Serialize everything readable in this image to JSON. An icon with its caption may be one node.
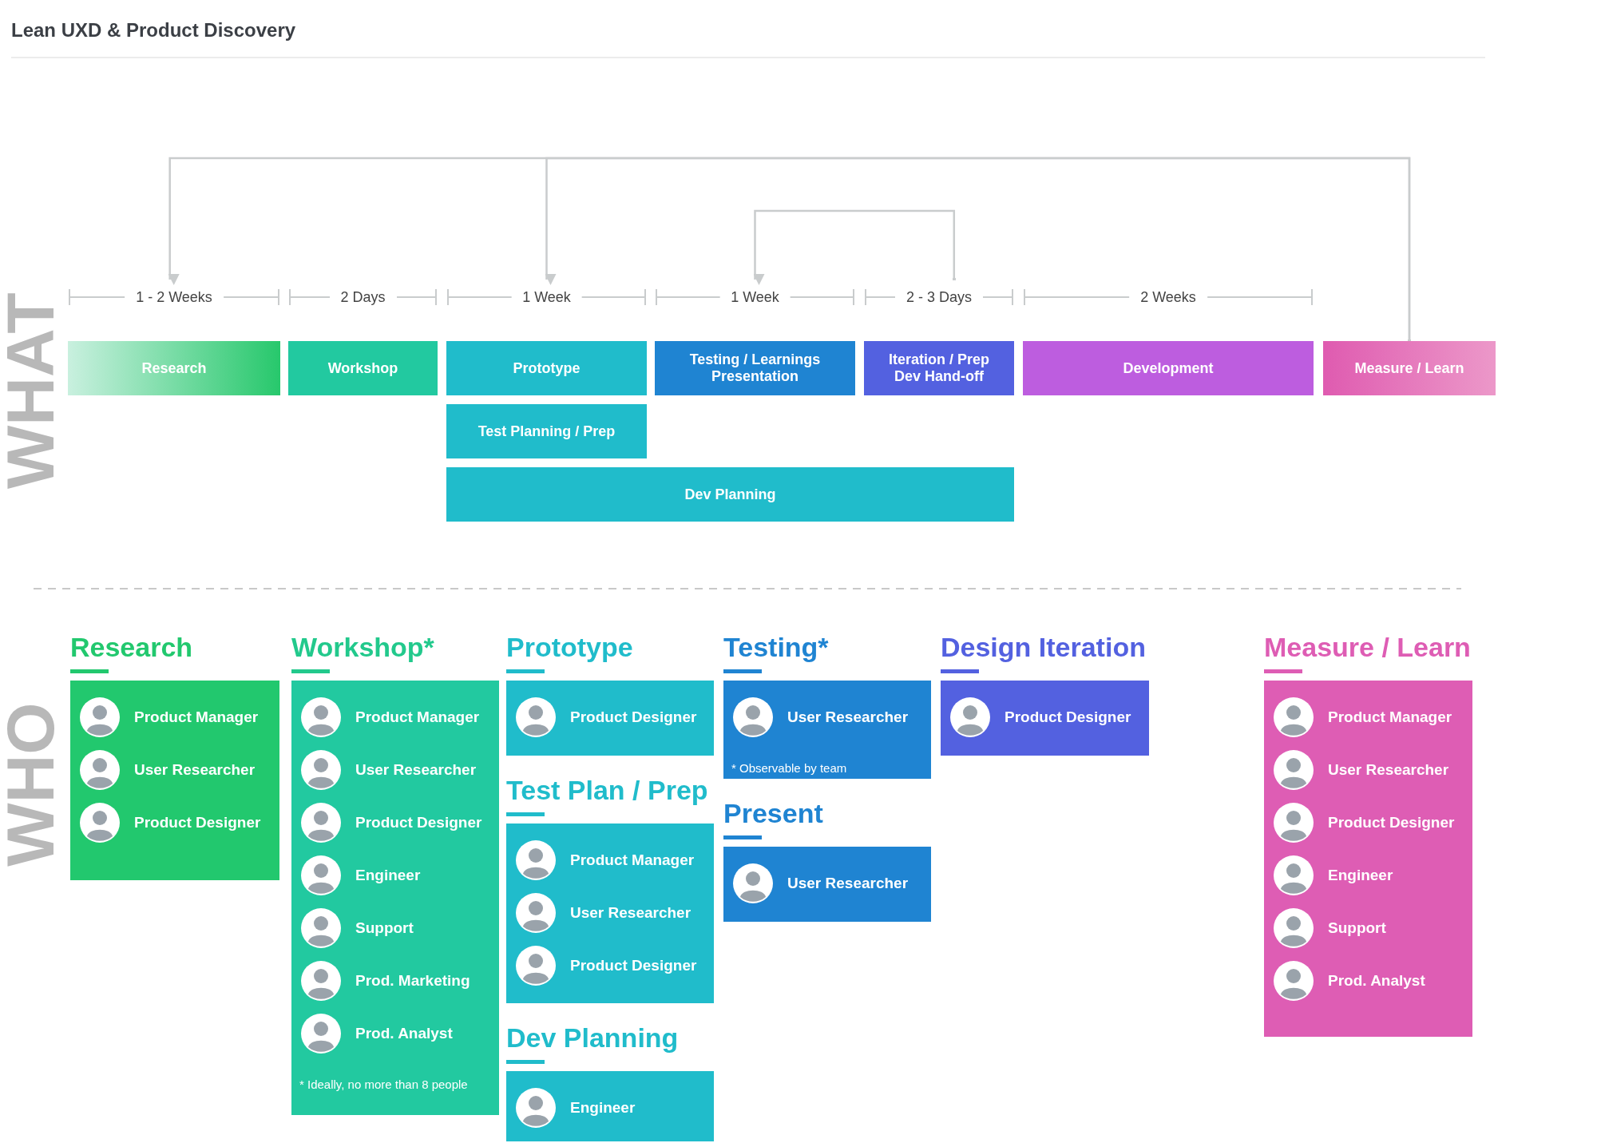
{
  "diagram": {
    "title": "Lean UXD & Product Discovery",
    "nodes": [
      {
        "text": [
          "Research"
        ],
        "beside": [
          "1 - 2 Weeks"
        ]
      },
      {
        "text": [
          "Workshop"
        ],
        "beside": [
          "2 Days"
        ]
      },
      {
        "text": [
          "Prototype"
        ],
        "beside": [
          "1 Week"
        ]
      },
      {
        "text": [
          "Testing / Learnings Presentation"
        ],
        "beside": [
          "1 Week"
        ]
      },
      {
        "text": [
          "Iteration / Prep Dev Hand-off"
        ],
        "beside": [
          "2 - 3 Days"
        ]
      },
      {
        "text": [
          "Development"
        ],
        "beside": [
          "2 Weeks"
        ]
      },
      {
        "text": [
          "Measure / Learn"
        ]
      },
      {
        "text": [
          "Test Planning / Prep"
        ]
      },
      {
        "text": [
          "Dev Planning"
        ]
      },
      {
        "text": [
          "Research",
          "Product Manager",
          "User Researcher",
          "Product Designer"
        ]
      },
      {
        "text": [
          "Workshop*",
          "Product Manager",
          "User Researcher",
          "Product Designer",
          "Engineer",
          "Support",
          "Prod. Marketing",
          "Prod. Analyst",
          "* Ideally, no more than 8 people"
        ]
      },
      {
        "text": [
          "Prototype",
          "Product Designer"
        ]
      },
      {
        "text": [
          "Test Plan / Prep",
          "Product Manager",
          "User Researcher",
          "Product Designer"
        ]
      },
      {
        "text": [
          "Dev Planning",
          "Engineer"
        ]
      },
      {
        "text": [
          "Testing*",
          "User Researcher",
          "* Observable by team"
        ]
      },
      {
        "text": [
          "Present",
          "User Researcher"
        ]
      },
      {
        "text": [
          "Design Iteration",
          "Product Designer"
        ]
      },
      {
        "text": [
          "Measure / Learn",
          "Product Manager",
          "User Researcher",
          "Product Designer",
          "Engineer",
          "Support",
          "Prod. Analyst"
        ]
      }
    ],
    "edges": [
      {
        "from": 6,
        "to": 0,
        "arrow": "to"
      },
      {
        "from": 6,
        "to": 2,
        "arrow": "to"
      },
      {
        "from": 4,
        "to": 3,
        "arrow": "to"
      }
    ],
    "labels": [
      "WHAT",
      "WHO"
    ]
  }
}
